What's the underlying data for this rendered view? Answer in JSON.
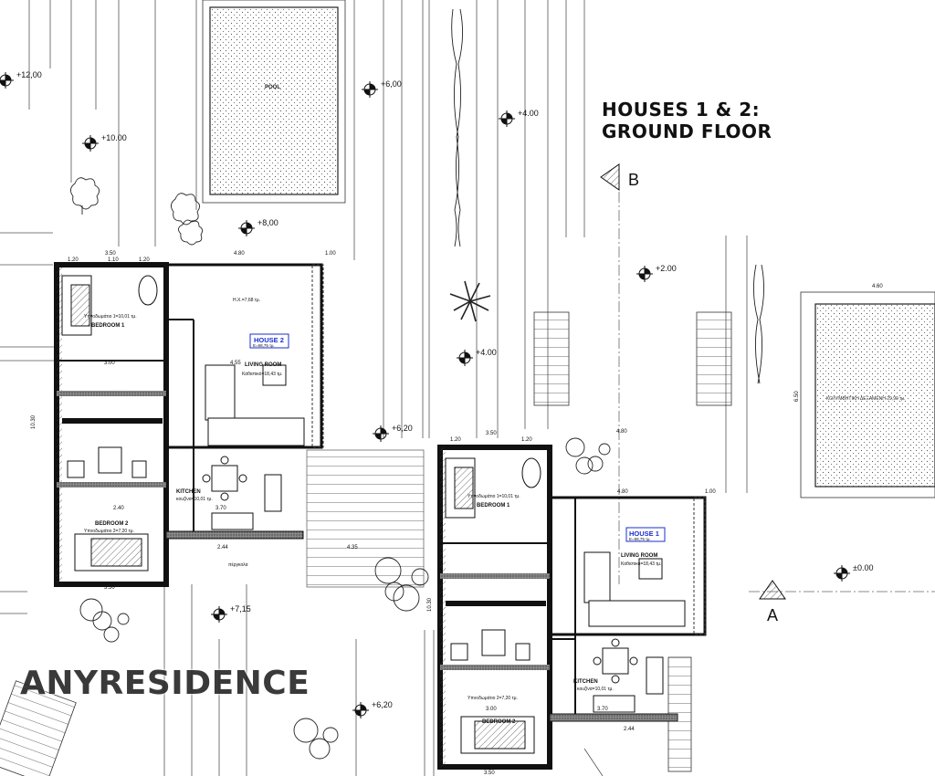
{
  "title": {
    "line1": "HOUSES 1 & 2:",
    "line2": "GROUND FLOOR"
  },
  "watermark": "ANYRESIDENCE",
  "sections": {
    "a": "A",
    "b": "B"
  },
  "levels": {
    "l1": "+12,00",
    "l2": "+10.00",
    "l3": "+6,00",
    "l4": "+4.00",
    "l5": "+8,00",
    "l6": "+2.00",
    "l7": "+4.00",
    "l8": "+6,20",
    "l9": "+7,15",
    "l10": "±0.00",
    "l11": "+6,20"
  },
  "pool_label": "POOL",
  "house2": {
    "badge": "HOUSE 2",
    "area": "E=68,75 τμ.",
    "rooms": {
      "bedroom1": "BEDROOM 1",
      "bedroom1_area": "Υπνοδωμάτιο 1=10,01 τμ.",
      "living": "LIVING ROOM",
      "living_area": "Καθιστικό=18,43 τμ.",
      "hx": "Η.Χ.=7,68 τμ.",
      "kitchen": "KITCHEN",
      "kitchen_area": "κουζίνα=10,01 τμ.",
      "bedroom2": "BEDROOM 2",
      "bedroom2_area": "Υπνοδωμάτιο 2=7,20 τμ.",
      "pergola": "πέργκολα"
    },
    "dims": {
      "d1": "3.50",
      "d2": "1.20",
      "d3": "1.10",
      "d4": "1.20",
      "d5": "4.80",
      "d6": "1.00",
      "d7": "10.30",
      "d8": "4.55",
      "d9": "3.70",
      "d10": "2.40",
      "d11": "4.35",
      "d12": "3.50",
      "d13": "2.44",
      "d14": "3.00"
    }
  },
  "house1": {
    "badge": "HOUSE 1",
    "area": "E=68,75 τμ.",
    "rooms": {
      "bedroom1": "BEDROOM 1",
      "bedroom1_area": "Υπνοδωμάτιο 1=10,01 τμ.",
      "living": "LIVING ROOM",
      "living_area": "Καθιστικό=18,43 τμ.",
      "kitchen": "KITCHEN",
      "kitchen_area": "κουζίνα=10,01 τμ.",
      "bedroom2": "BEDROOM 2",
      "bedroom2_area": "Υπνοδωμάτιο 2=7,20 τμ."
    },
    "dims": {
      "d1": "3.50",
      "d2": "1.20",
      "d3": "1.20",
      "d4": "4.80",
      "d5": "4.80",
      "d6": "1.00",
      "d7": "10.30",
      "d8": "2.44",
      "d9": "3.70",
      "d10": "3.00",
      "d11": "3.50",
      "d12": "4.60",
      "d13": "6.50"
    }
  },
  "pool2": {
    "label": "ΚΟΛΥΜΒΗΤΙΚΗ ΔΕΞΑΜΕΝΗ 29,90 τμ."
  }
}
